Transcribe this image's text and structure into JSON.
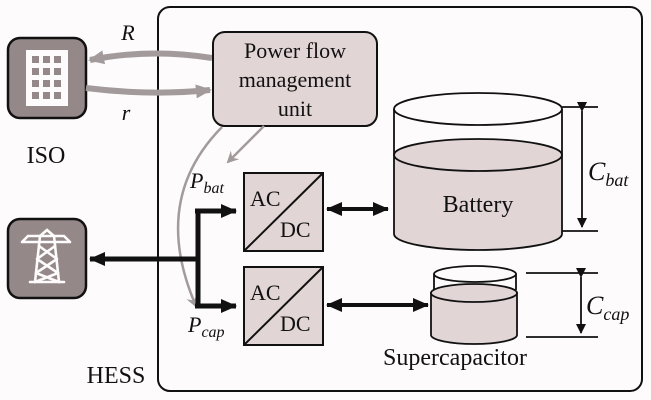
{
  "diagram": {
    "title": "Hybrid energy storage system power flow",
    "colors": {
      "fill_light": "#e2d5d6",
      "fill_icon": "#948889",
      "arrow_gray": "#a29a9b",
      "line": "#111111",
      "background": "#fdfbfc"
    },
    "iso": {
      "label": "ISO",
      "icon": "building-icon"
    },
    "grid": {
      "icon": "transmission-tower-icon"
    },
    "hess": {
      "label": "HESS"
    },
    "signals": {
      "R": "R",
      "r": "r"
    },
    "pfmu": {
      "lines": [
        "Power flow",
        "management",
        "unit"
      ]
    },
    "p_bat": {
      "main": "P",
      "sub": "bat"
    },
    "p_cap": {
      "main": "P",
      "sub": "cap"
    },
    "converters": [
      {
        "top": "AC",
        "bottom": "DC"
      },
      {
        "top": "AC",
        "bottom": "DC"
      }
    ],
    "battery": {
      "label": "Battery",
      "capacity": {
        "main": "C",
        "sub": "bat"
      }
    },
    "supercapacitor": {
      "label": "Supercapacitor",
      "capacity": {
        "main": "C",
        "sub": "cap"
      }
    }
  }
}
